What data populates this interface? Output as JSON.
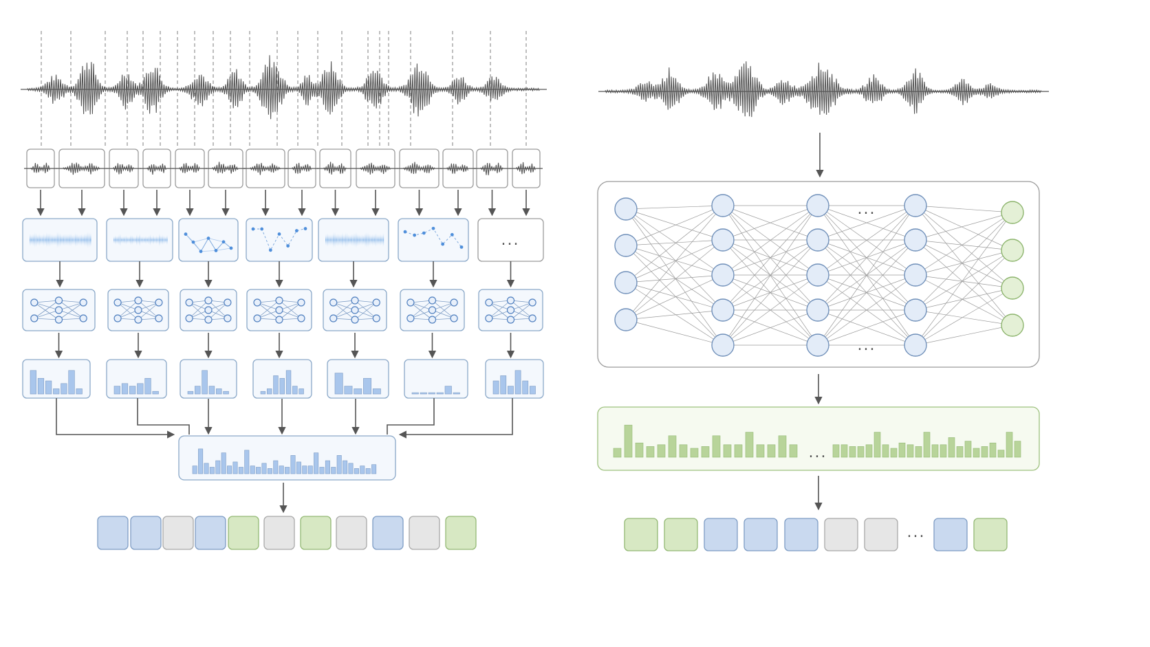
{
  "colors": {
    "wave": "#555555",
    "line": "#555555",
    "blue_fill": "#c9d9ef",
    "blue_stroke": "#7d9cc4",
    "green_fill": "#d7e8c3",
    "green_stroke": "#93b874",
    "gray_fill": "#e6e6e6",
    "gray_stroke": "#a8a8a8",
    "bar_blue": "#a9c6ec",
    "bar_green": "#b8d49a"
  },
  "left": {
    "ellipsis": "...",
    "output_tokens": [
      "blue",
      "blue",
      "gray",
      "blue",
      "green",
      "gray",
      "green",
      "gray",
      "blue",
      "gray",
      "green"
    ]
  },
  "right": {
    "ellipsis": "...",
    "output_tokens": [
      "green",
      "green",
      "blue",
      "blue",
      "blue",
      "gray",
      "gray",
      "blue",
      "green"
    ]
  }
}
